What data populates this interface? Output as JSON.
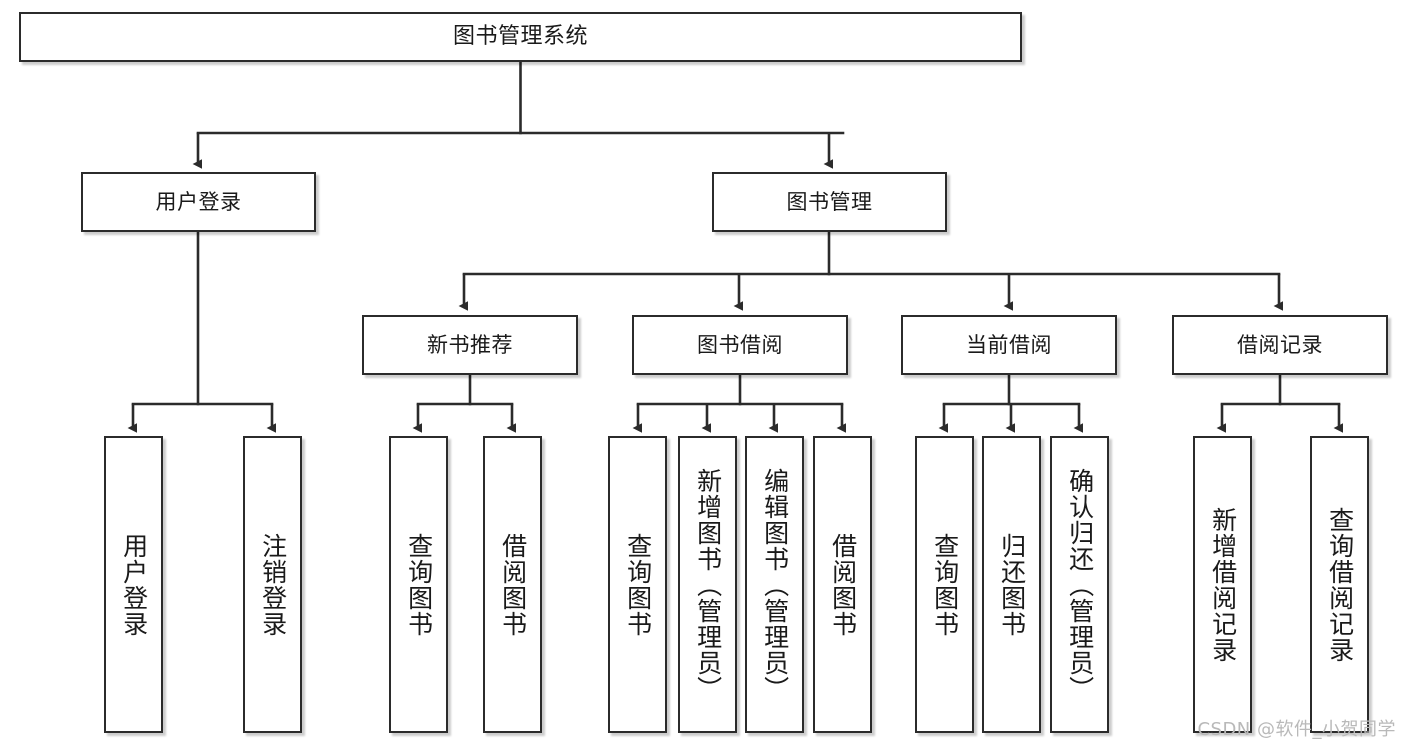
{
  "diagram": {
    "type": "tree",
    "title": "图书管理系统",
    "watermark": "CSDN @软件_小贺同学",
    "colors": {
      "box_border": "#2b2b2b",
      "box_fill": "#ffffff",
      "edge": "#2b2b2b",
      "text": "#1a1a1a",
      "watermark": "#b9b9b9"
    },
    "nodes": {
      "root": {
        "label": "图书管理系统"
      },
      "level1": [
        {
          "label": "用户登录"
        },
        {
          "label": "图书管理"
        }
      ],
      "level2": [
        {
          "label": "新书推荐"
        },
        {
          "label": "图书借阅"
        },
        {
          "label": "当前借阅"
        },
        {
          "label": "借阅记录"
        }
      ],
      "leaves_user_login": [
        {
          "label": "用户登录"
        },
        {
          "label": "注销登录"
        }
      ],
      "leaves_new_book": [
        {
          "label": "查询图书"
        },
        {
          "label": "借阅图书"
        }
      ],
      "leaves_borrow": [
        {
          "label": "查询图书"
        },
        {
          "label": "新增图书（管理员）"
        },
        {
          "label": "编辑图书（管理员）"
        },
        {
          "label": "借阅图书"
        }
      ],
      "leaves_current": [
        {
          "label": "查询图书"
        },
        {
          "label": "归还图书"
        },
        {
          "label": "确认归还（管理员）"
        }
      ],
      "leaves_records": [
        {
          "label": "新增借阅记录"
        },
        {
          "label": "查询借阅记录"
        }
      ]
    }
  }
}
